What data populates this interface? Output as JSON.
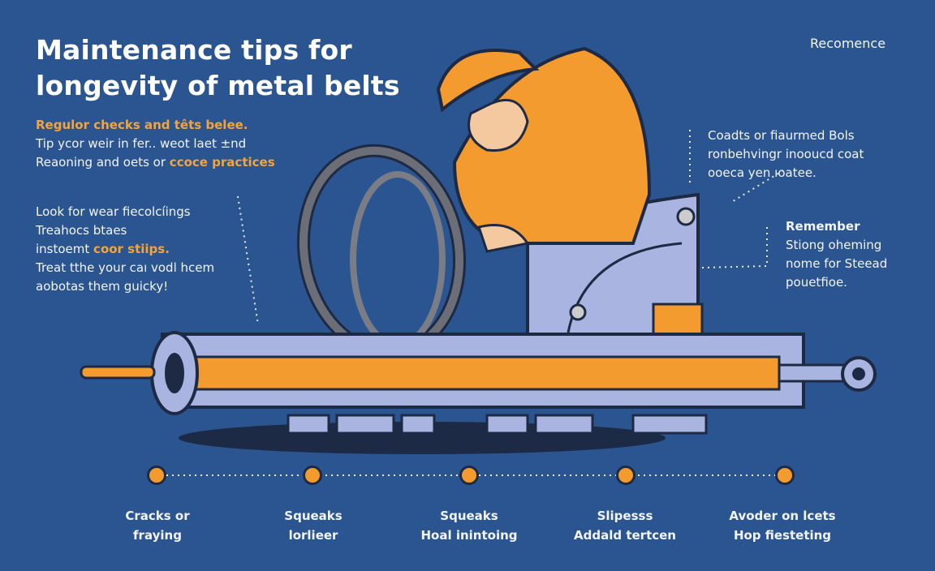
{
  "title": [
    "Maintenance tips for",
    "longevity of metal belts"
  ],
  "corner_label": "Recomence",
  "left_block1": {
    "heading": "Regulor checks and têts belee.",
    "line1": "Tip ycor weir in fer.. weot laet ±nd",
    "line2_prefix": "Reaoning and oets or ",
    "line2_highlight": "ccoce practices"
  },
  "left_block2": {
    "line1": "Look for wear fiecolcíings",
    "line2": "Treahocs btaes",
    "line3_prefix": "instoemt ",
    "line3_highlight": "coor stiips.",
    "line4": "Treat tthe your caı vodl hcem",
    "line5": "aobotas them guicky!"
  },
  "right_block1": [
    "Coadts or fiaurmed Bols",
    "ronbehvingr inooucd coat",
    "ooeca yen ıoatee."
  ],
  "right_block2": {
    "heading": "Remember",
    "lines": [
      "Stiong oheming",
      "nome for Steead",
      "pouetfioe."
    ]
  },
  "steps": [
    {
      "line1": "Cracks or",
      "line2": "fraying"
    },
    {
      "line1": "Squeaks",
      "line2": "lorlieer"
    },
    {
      "line1": "Squeaks",
      "line2": "Hoal inintoing"
    },
    {
      "line1": "Slipesss",
      "line2": "Addald tertcen"
    },
    {
      "line1": "Avoder on lcets",
      "line2": "Hop fiesteting"
    }
  ],
  "colors": {
    "background": "#2b5591",
    "accent": "#f39b2e",
    "metal": "#aab4e0"
  }
}
